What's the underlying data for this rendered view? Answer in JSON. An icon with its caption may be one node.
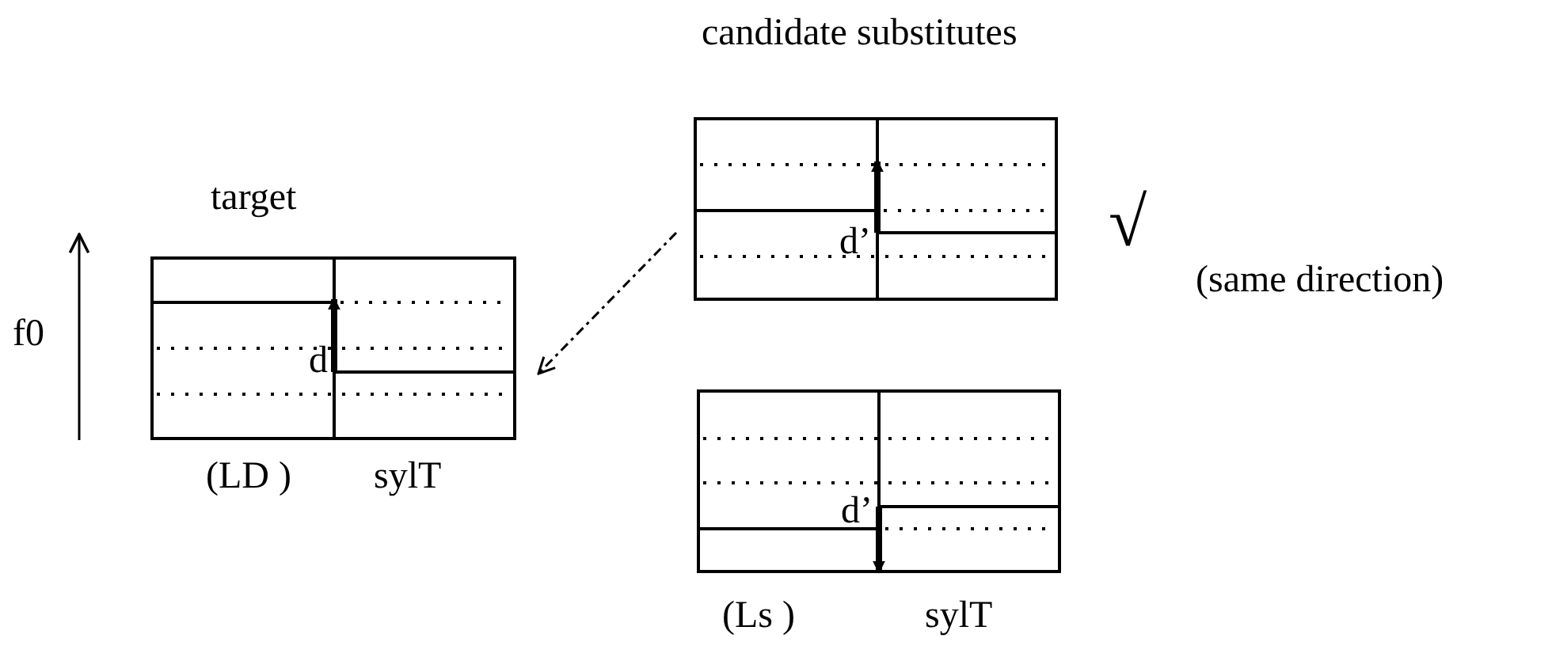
{
  "diagram": {
    "nodes": [
      {
        "text": [
          "target",
          "d"
        ]
      },
      {
        "text": [
          "d’"
        ]
      },
      {
        "text": [
          "d’"
        ]
      }
    ],
    "edges": [
      {
        "from": 1,
        "to": 0,
        "arrow": "to",
        "style": "dashed"
      }
    ],
    "labels": [
      "candidate substitutes",
      "√",
      "(same direction)",
      "f0",
      "(LD )",
      "sylT",
      "(Ls )",
      "sylT"
    ]
  }
}
